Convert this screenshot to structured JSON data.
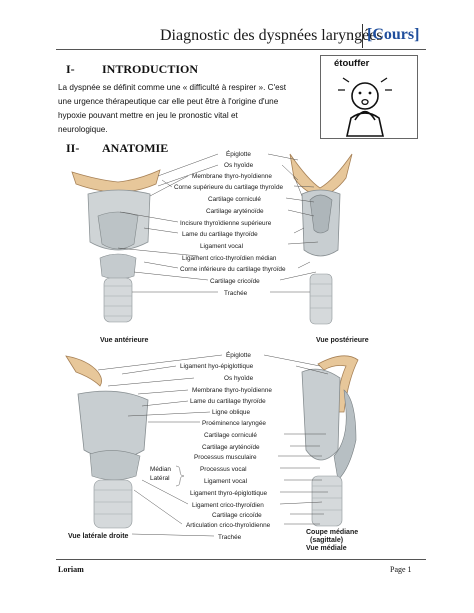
{
  "header": {
    "title": "Diagnostic des dyspnées laryngées",
    "tag": "[Cours]"
  },
  "section1": {
    "number": "I-",
    "title": "INTRODUCTION"
  },
  "intro_paragraph": "La dyspnée se définit comme une « difficulté à respirer ». C'est une urgence thérapeutique car elle peut être à l'origine d'une hypoxie pouvant mettre en jeu le pronostic vital et neurologique.",
  "pictogram": {
    "label": "étouffer"
  },
  "section2": {
    "number": "II-",
    "title": "ANATOMIE"
  },
  "figure_top": {
    "labels": [
      "Épiglotte",
      "Os hyoïde",
      "Membrane thyro-hyoïdienne",
      "Corne supérieure du cartilage thyroïde",
      "Cartilage corniculé",
      "Cartilage aryténoïde",
      "Incisure thyroïdienne supérieure",
      "Lame du cartilage thyroïde",
      "Ligament vocal",
      "Ligament crico-thyroïdien médian",
      "Corne inférieure du cartilage thyroïde",
      "Cartilage cricoïde",
      "Trachée"
    ],
    "caption_left": "Vue antérieure",
    "caption_right": "Vue postérieure"
  },
  "figure_bottom": {
    "labels": [
      "Épiglotte",
      "Ligament hyo-épiglottique",
      "Os hyoïde",
      "Membrane thyro-hyoïdienne",
      "Lame du cartilage thyroïde",
      "Ligne oblique",
      "Proéminence laryngée",
      "Cartilage corniculé",
      "Cartilage aryténoïde",
      "Processus musculaire",
      "Processus vocal",
      "Ligament vocal",
      "Ligament thyro-épiglottique",
      "Ligament crico-thyroïdien",
      "Cartilage cricoïde",
      "Articulation crico-thyroïdienne",
      "Trachée"
    ],
    "side_labels": [
      "Médian",
      "Latéral"
    ],
    "caption_left": "Vue latérale droite",
    "caption_right_1": "Coupe médiane",
    "caption_right_2": "(sagittale)",
    "caption_right_3": "Vue médiale"
  },
  "footer": {
    "left": "Loriam",
    "right": "Page 1"
  }
}
